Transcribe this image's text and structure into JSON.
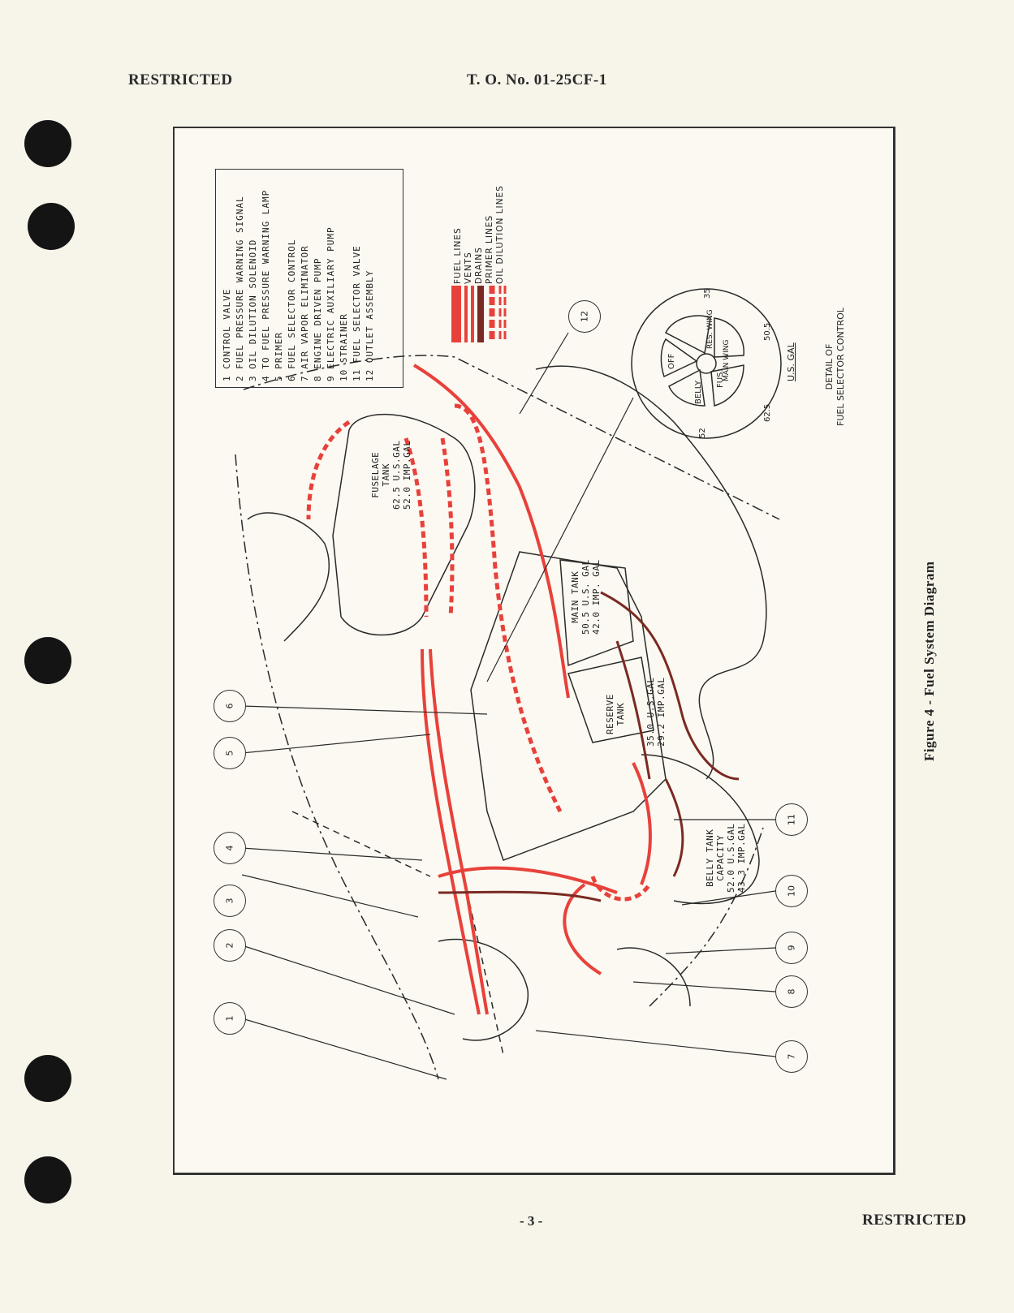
{
  "header": {
    "left": "RESTRICTED",
    "center": "T. O. No. 01-25CF-1"
  },
  "footer": {
    "page_number": "- 3 -",
    "right": "RESTRICTED"
  },
  "figure": {
    "caption": "Figure 4 - Fuel System Diagram",
    "legend_items": [
      "1 CONTROL VALVE",
      "2 FUEL PRESSURE WARNING SIGNAL",
      "3 OIL DILUTION SOLENOID",
      "4 TO FUEL PRESSURE WARNING LAMP",
      "5 PRIMER",
      "6 FUEL SELECTOR CONTROL",
      "7 AIR VAPOR ELIMINATOR",
      "8 ENGINE DRIVEN PUMP",
      "9 ELECTRIC AUXILIARY PUMP",
      "10 STRAINER",
      "11 FUEL SELECTOR VALVE",
      "12 OUTLET ASSEMBLY"
    ],
    "line_types": [
      {
        "label": "FUEL LINES",
        "color": "#e8413b",
        "style": "solid"
      },
      {
        "label": "VENTS",
        "color": "#e8413b",
        "style": "double"
      },
      {
        "label": "DRAINS",
        "color": "#7a2a22",
        "style": "solid"
      },
      {
        "label": "PRIMER LINES",
        "color": "#e8413b",
        "style": "dashed"
      },
      {
        "label": "OIL DILUTION LINES",
        "color": "#e8413b",
        "style": "dashed-double"
      }
    ],
    "tanks": {
      "fuselage": [
        "FUSELAGE",
        "TANK",
        "62.5 U.S.GAL",
        "52.0 IMP.GAL"
      ],
      "main": [
        "MAIN TANK",
        "50.5 U.S. GAL",
        "42.0 IMP. GAL"
      ],
      "reserve_name": [
        "RESERVE",
        "TANK"
      ],
      "reserve_capacity": [
        "35.0 U.S.GAL",
        "29.2 IMP.GAL"
      ],
      "belly": [
        "BELLY TANK",
        "CAPACITY",
        "52.0 U.S.GAL",
        "43.3 IMP.GAL"
      ]
    },
    "selector_detail": {
      "title_lines": [
        "DETAIL OF",
        "FUEL SELECTOR CONTROL"
      ],
      "positions": [
        "OFF",
        "RES. WING",
        "MAIN WING",
        "FUS.",
        "BELLY"
      ],
      "capacities": [
        "35",
        "50.5",
        "62.5",
        "52"
      ],
      "unit": "U.S. GAL"
    },
    "callouts": [
      "1",
      "2",
      "3",
      "4",
      "5",
      "6",
      "7",
      "8",
      "9",
      "10",
      "11",
      "12"
    ],
    "colors": {
      "fuel_red": "#e8413b",
      "drain_brown": "#7a2a22",
      "ink": "#2a2a2a"
    }
  }
}
